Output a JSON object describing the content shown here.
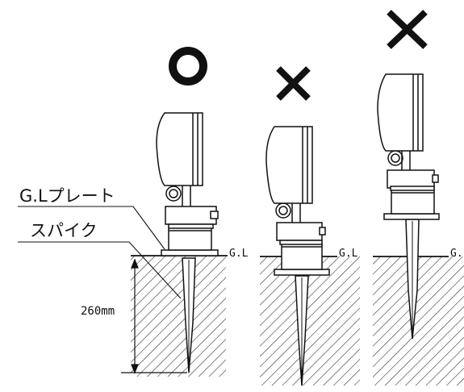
{
  "labels": {
    "gl_plate": "G.Lプレート",
    "spike": "スパイク",
    "depth": "260mm"
  },
  "ground_labels": [
    "G.L",
    "G.L",
    "G."
  ],
  "verdicts": [
    {
      "mark": "circle",
      "meaning": "correct"
    },
    {
      "mark": "cross",
      "meaning": "incorrect"
    },
    {
      "mark": "cross",
      "meaning": "incorrect"
    }
  ],
  "colors": {
    "line": "#111111",
    "background": "#ffffff",
    "mark": "#111111"
  }
}
